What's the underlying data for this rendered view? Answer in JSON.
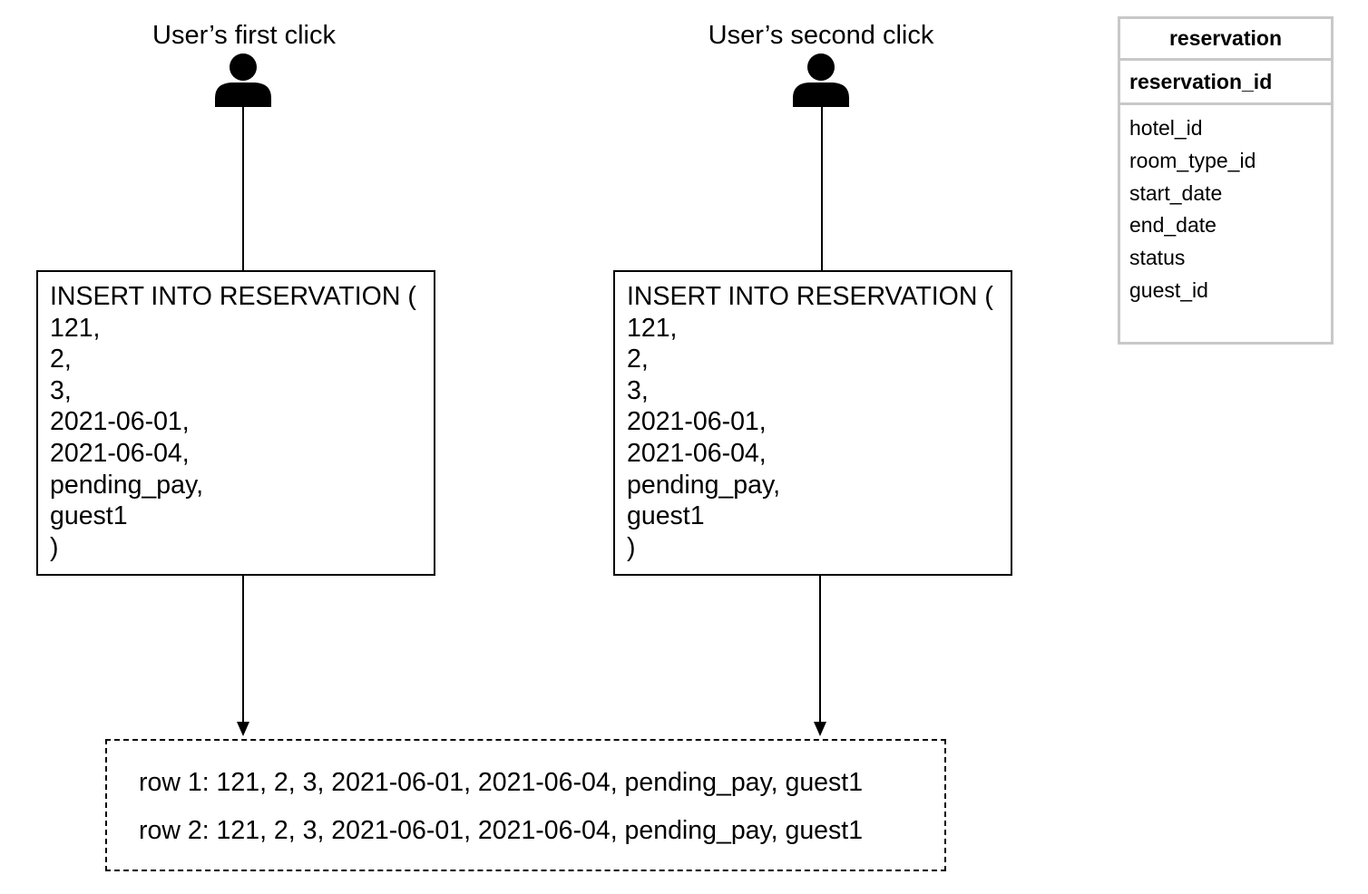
{
  "users": [
    {
      "label": "User’s first click",
      "icon": "person-icon"
    },
    {
      "label": "User’s second click",
      "icon": "person-icon"
    }
  ],
  "statements": [
    {
      "lines": [
        "INSERT INTO RESERVATION (",
        "121,",
        "2,",
        "3,",
        "2021-06-01,",
        "2021-06-04,",
        "pending_pay,",
        "guest1",
        ")"
      ]
    },
    {
      "lines": [
        "INSERT INTO RESERVATION (",
        "121,",
        "2,",
        "3,",
        "2021-06-01,",
        "2021-06-04,",
        "pending_pay,",
        "guest1",
        ")"
      ]
    }
  ],
  "result_rows": [
    "row 1: 121, 2, 3, 2021-06-01, 2021-06-04, pending_pay, guest1",
    "row 2: 121, 2, 3, 2021-06-01, 2021-06-04, pending_pay, guest1"
  ],
  "schema_table": {
    "name": "reservation",
    "primary_key": "reservation_id",
    "fields": [
      "hotel_id",
      "room_type_id",
      "start_date",
      "end_date",
      "status",
      "guest_id"
    ]
  },
  "colors": {
    "line": "#000000",
    "table_border": "#c8c8c8",
    "background": "#ffffff"
  }
}
